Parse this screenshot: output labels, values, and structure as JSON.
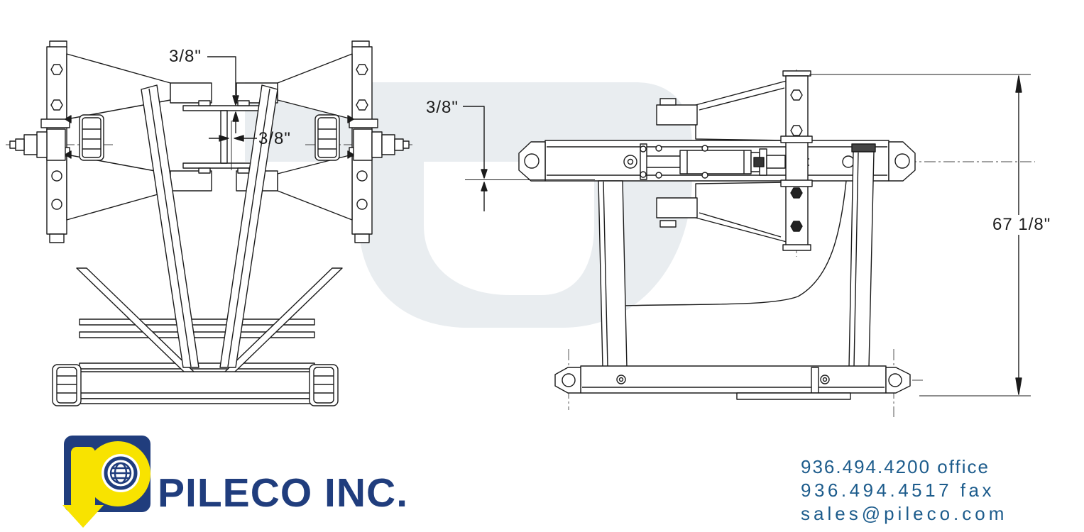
{
  "views": {
    "front": {
      "dimensions": {
        "top_gap": "3/8\"",
        "side_gap": "3/8\""
      }
    },
    "side": {
      "dimensions": {
        "top_gap": "3/8\"",
        "overall_height": "67 1/8\""
      }
    }
  },
  "branding": {
    "company_name": "PILECO INC.",
    "logo_icon": "p-arrow-globe-icon"
  },
  "contact": {
    "office": "936.494.4200 office",
    "fax": "936.494.4517 fax",
    "email": "sales@pileco.com"
  },
  "colors": {
    "line": "#1b1b1b",
    "watermark": "#e9edf0",
    "logo_navy": "#203d7d",
    "logo_yellow": "#f8e300",
    "contact_blue": "#1d5c8c"
  }
}
